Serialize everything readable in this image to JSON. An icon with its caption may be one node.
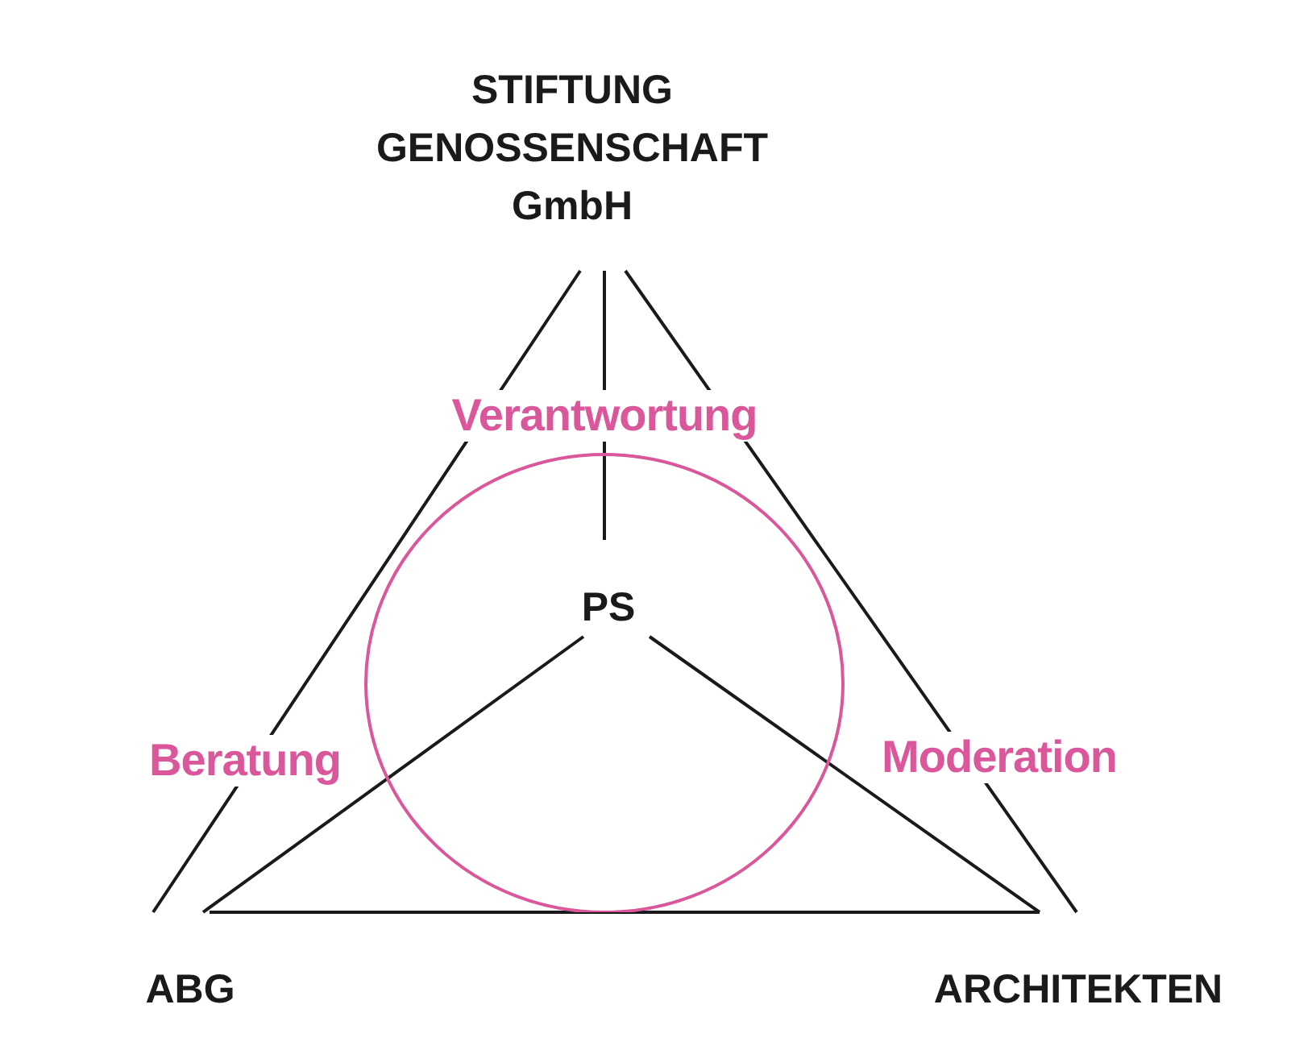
{
  "diagram": {
    "nodes": [
      {
        "text": [
          "STIFTUNG GENOSSENSCHAFT GmbH"
        ]
      },
      {
        "text": [
          "Verantwortung",
          "Beratung",
          "Moderation"
        ]
      },
      {
        "text": [
          "PS"
        ],
        "in": 1
      },
      {
        "text": [
          "ABG"
        ]
      },
      {
        "text": [
          "ARCHITEKTEN"
        ]
      }
    ],
    "edges": [
      {
        "from": 0,
        "to": 2,
        "arrow": "none"
      },
      {
        "from": 0,
        "to": 3,
        "arrow": "none"
      },
      {
        "from": 0,
        "to": 4,
        "arrow": "none"
      },
      {
        "from": 2,
        "to": 3,
        "arrow": "none"
      },
      {
        "from": 2,
        "to": 4,
        "arrow": "none"
      },
      {
        "from": 3,
        "to": 4,
        "arrow": "none"
      }
    ]
  }
}
